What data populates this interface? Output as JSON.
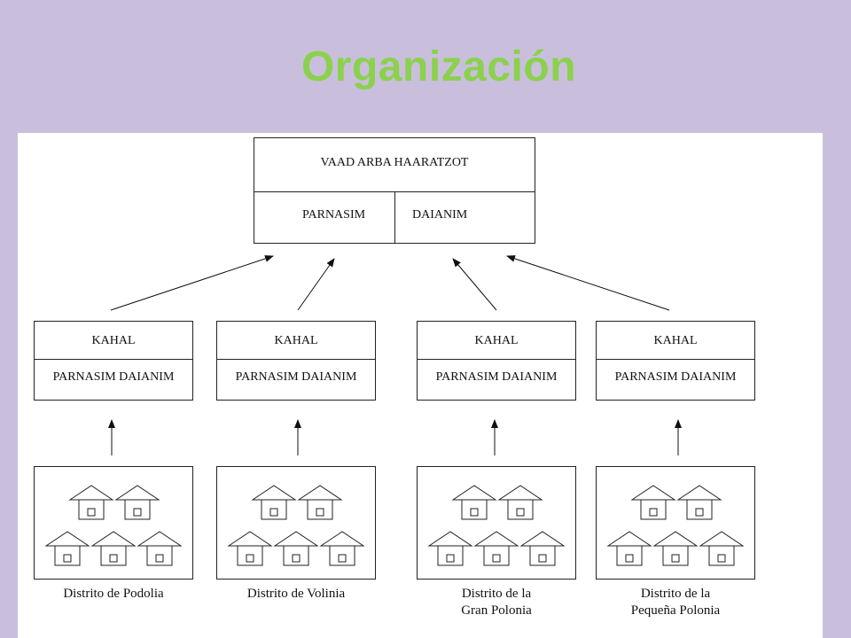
{
  "title": "Organización",
  "top": {
    "heading": "VAAD ARBA HAARATZOT",
    "left_cell": "PARNASIM",
    "right_cell": "DAIANIM"
  },
  "kahals": [
    {
      "heading": "KAHAL",
      "sub": "PARNASIM DAIANIM"
    },
    {
      "heading": "KAHAL",
      "sub": "PARNASIM DAIANIM"
    },
    {
      "heading": "KAHAL",
      "sub": "PARNASIM DAIANIM"
    },
    {
      "heading": "KAHAL",
      "sub": "PARNASIM DAIANIM"
    }
  ],
  "districts": [
    {
      "line1": "Distrito de Podolia",
      "line2": ""
    },
    {
      "line1": "Distrito de Volinia",
      "line2": ""
    },
    {
      "line1": "Distrito de la",
      "line2": "Gran Polonia"
    },
    {
      "line1": "Distrito de la",
      "line2": "Pequeña Polonia"
    }
  ],
  "house_icon": "house-icon"
}
